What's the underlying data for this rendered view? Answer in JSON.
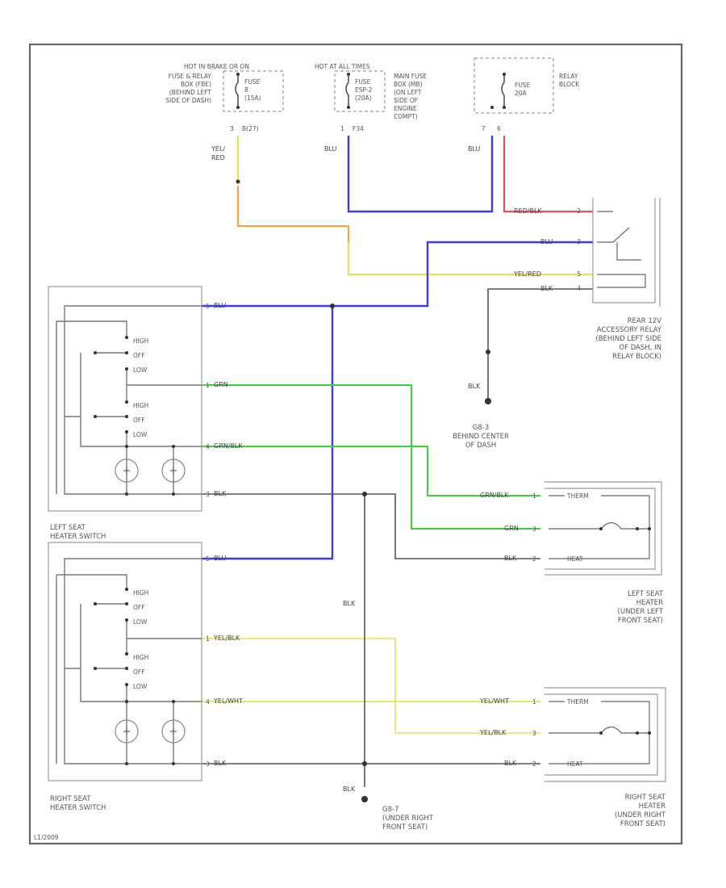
{
  "colors": {
    "orange": "#f5a24a",
    "yellow": "#e6e05a",
    "blue": "#3b3bf0",
    "red": "#e8505a",
    "green": "#3fcf3f",
    "black": "#555555",
    "gray": "#888888"
  },
  "fuses": {
    "hot_brake": "HOT IN BRAKE OR ON",
    "hot_all": "HOT AT ALL TIMES",
    "box1_desc": [
      "FUSE & RELAY",
      "BOX (FBE)",
      "(BEHIND LEFT",
      "SIDE OF DASH)"
    ],
    "fuse1": [
      "FUSE",
      "8",
      "(15A)"
    ],
    "pin1": "3",
    "circ1": "B(27)",
    "box2_desc": [
      "MAIN FUSE",
      "BOX (MB)",
      "(ON LEFT",
      "SIDE OF",
      "ENGINE",
      "COMPT)"
    ],
    "fuse2": [
      "FUSE",
      "ESP-2",
      "(20A)"
    ],
    "pin2": "1",
    "circ2": "F34",
    "relay_block": [
      "RELAY",
      "BLOCK"
    ],
    "fuse3": [
      "FUSE",
      "20A"
    ],
    "pin3a": "7",
    "pin3b": "6"
  },
  "wire_labels": {
    "yel_red": [
      "YEL/",
      "RED"
    ],
    "blu1": "BLU",
    "blu2": "BLU",
    "red_blk": "RED/BLK",
    "blu": "BLU",
    "yel_red2": "YEL/RED",
    "blk": "BLK",
    "blu_left": "BLU",
    "grn": "GRN",
    "grn_blk": "GRN/BLK",
    "blk_left": "BLK",
    "blu_right": "BLU",
    "yel_blk": "YEL/BLK",
    "yel_wht": "YEL/WHT",
    "blk_right": "BLK",
    "blk_gnd": "BLK",
    "blk_mid": "BLK",
    "blk_bottom": "BLK",
    "grn_blk_r": "GRN/BLK",
    "grn_r": "GRN",
    "blk_r1": "BLK",
    "yel_wht_r": "YEL/WHT",
    "yel_blk_r": "YEL/BLK",
    "blk_r2": "BLK"
  },
  "pins": {
    "relay": [
      "2",
      "3",
      "5",
      "4"
    ],
    "left_sw": [
      "5",
      "1",
      "4",
      "3"
    ],
    "right_sw": [
      "5",
      "1",
      "4",
      "3"
    ],
    "left_htr": [
      "1",
      "3",
      "2"
    ],
    "right_htr": [
      "1",
      "3",
      "2"
    ]
  },
  "switch_positions": [
    "HIGH",
    "OFF",
    "LOW"
  ],
  "relay": [
    "REAR 12V",
    "ACCESSORY RELAY",
    "(BEHIND LEFT SIDE",
    "OF DASH, IN",
    "RELAY BLOCK)"
  ],
  "g401": [
    "G8-3",
    "BEHIND CENTER",
    "OF DASH"
  ],
  "left_switch": [
    "LEFT SEAT",
    "HEATER SWITCH"
  ],
  "right_switch": [
    "RIGHT SEAT",
    "HEATER SWITCH"
  ],
  "left_heater": [
    "LEFT SEAT",
    "HEATER",
    "(UNDER LEFT",
    "FRONT SEAT)"
  ],
  "right_heater": [
    "RIGHT SEAT",
    "HEATER",
    "(UNDER RIGHT",
    "FRONT SEAT)"
  ],
  "g402": [
    "G8-7",
    "(UNDER RIGHT",
    "FRONT SEAT)"
  ],
  "heater_tags": [
    "THERM",
    "HEAT"
  ],
  "part_number": "L1/2009"
}
